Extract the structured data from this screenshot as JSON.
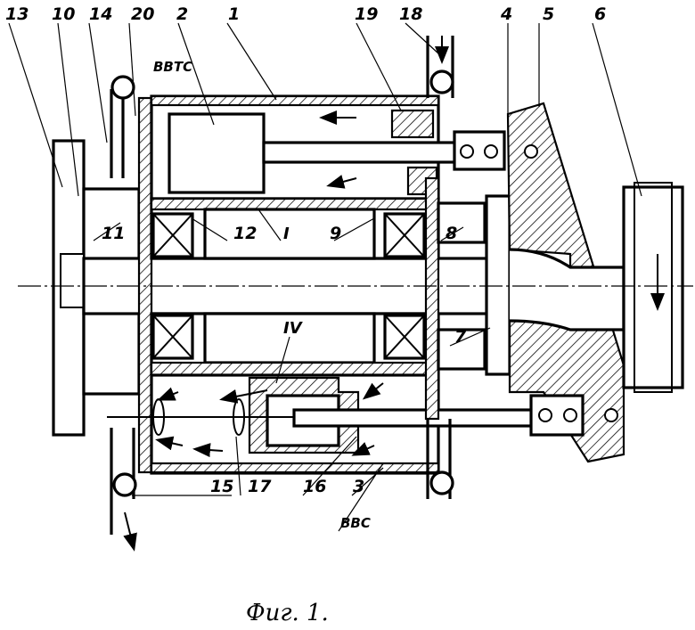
{
  "figure": {
    "caption": "Фиг. 1.",
    "part_labels": [
      "13",
      "10",
      "14",
      "20",
      "2",
      "1",
      "19",
      "18",
      "4",
      "5",
      "6",
      "11",
      "12",
      "9",
      "8",
      "7",
      "15",
      "17",
      "16",
      "3"
    ],
    "zone_labels": {
      "section_I": "I",
      "section_IV": "IV",
      "top_chamber": "ВВТС",
      "bottom_chamber": "ВВС"
    }
  }
}
